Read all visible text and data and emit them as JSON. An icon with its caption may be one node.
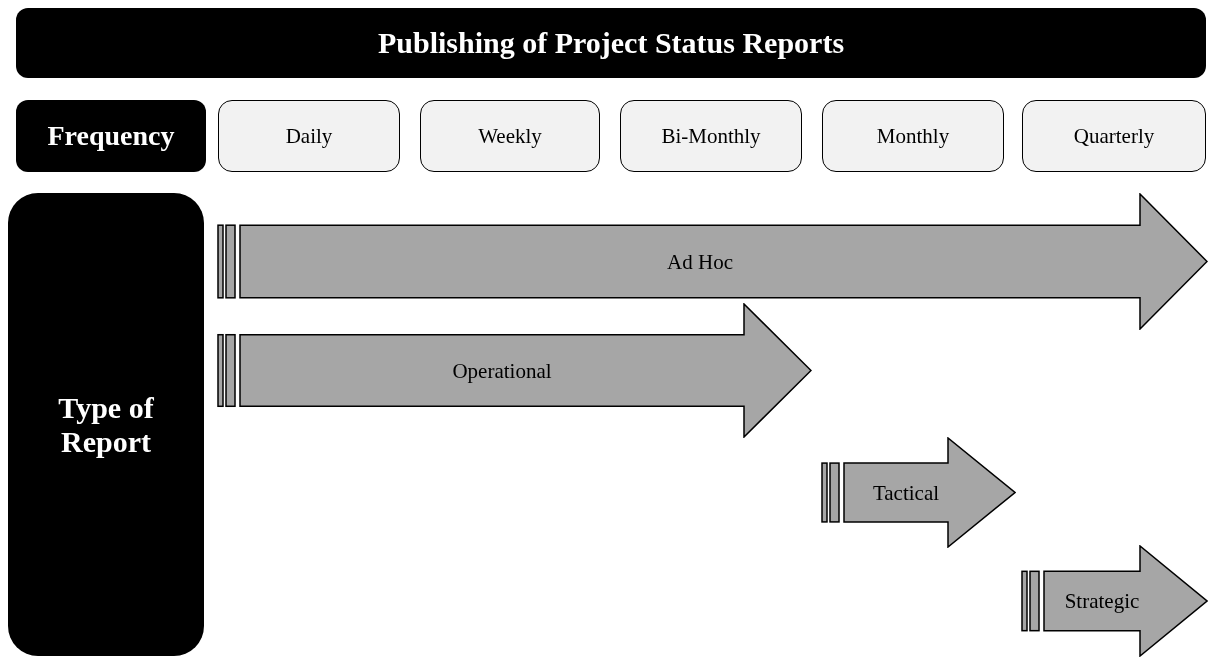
{
  "diagram": {
    "title": "Publishing of Project Status Reports",
    "nodes": [
      {
        "text": [
          "Frequency"
        ]
      },
      {
        "text": [
          "Daily"
        ]
      },
      {
        "text": [
          "Weekly"
        ]
      },
      {
        "text": [
          "Bi-Monthly"
        ]
      },
      {
        "text": [
          "Monthly"
        ]
      },
      {
        "text": [
          "Quarterly"
        ]
      },
      {
        "text": [
          "Type of Report"
        ]
      },
      {
        "text": [
          "Ad Hoc"
        ]
      },
      {
        "text": [
          "Operational"
        ]
      },
      {
        "text": [
          "Tactical"
        ]
      },
      {
        "text": [
          "Strategic"
        ]
      }
    ]
  }
}
